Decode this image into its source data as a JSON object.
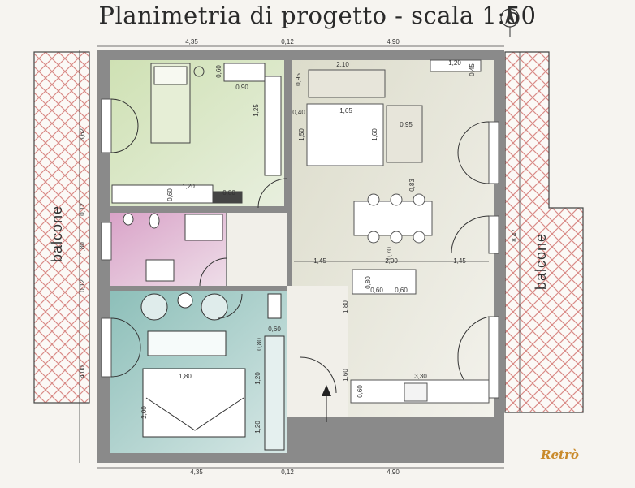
{
  "title": "Planimetria di progetto - scala 1:50",
  "brand": "Retrò",
  "balconies": {
    "left": "balcone",
    "right": "balcone"
  },
  "top_dims": {
    "left": "4,35",
    "middle": "0,12",
    "right": "4,90"
  },
  "bottom_dims": {
    "left": "4,35",
    "middle": "0,12",
    "right": "4,90"
  },
  "left_dims": {
    "upper": "3,62",
    "mid_a": "0,12",
    "mid_b": "1,80",
    "mid_c": "0,12",
    "lower": "4,00"
  },
  "right_dims": {
    "side": "8,47"
  },
  "bedroom1": {
    "d1": "0,60",
    "d2": "0,90",
    "d3": "1,25",
    "d4": "1,20",
    "d5": "0,80",
    "d6": "0,60"
  },
  "living": {
    "sofa_w": "2,10",
    "sofa_d": "0,95",
    "cab_w": "1,20",
    "cab_d": "0,45",
    "d_040": "0,40",
    "table_w": "1,65",
    "d_150": "1,50",
    "d_160": "1,60",
    "arm": "0,95",
    "d_083": "0,83",
    "d_070": "0,70",
    "h_a": "1,45",
    "h_b": "2,00",
    "h_c": "1,45"
  },
  "kitchen": {
    "d1": "0,80",
    "d2": "0,60",
    "d3": "0,60",
    "d4": "1,80",
    "d5": "1,60",
    "d6": "0,60",
    "counter": "3,30"
  },
  "bedroom2": {
    "bed_w": "1,80",
    "bed_l": "2,00",
    "d1": "0,60",
    "d2": "0,80",
    "d3": "1,20",
    "d4": "1,20"
  }
}
